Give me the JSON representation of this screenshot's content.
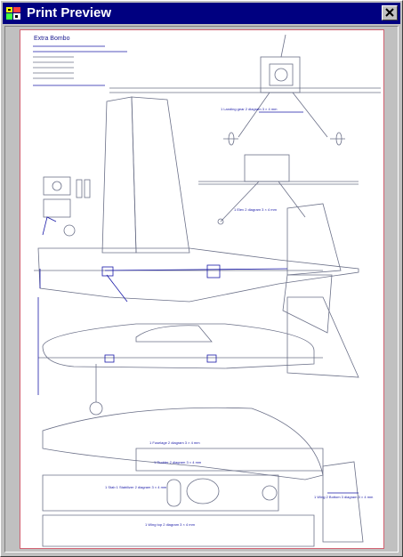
{
  "window": {
    "title": "Print Preview",
    "close_icon": "close-icon"
  },
  "plan": {
    "title": "Extra Bombo",
    "labels": [
      "1 Fuselage 2 diagram 3 × 4 mm",
      "1 Rudder 2 diagram 3 × 4 mm",
      "1 Stab 1 Stabilizer 2 diagram 3 × 4 mm",
      "1 Wing 2 Bottom 3 diagram 3 × 4 mm",
      "1 Wing top 2 diagram 3 × 4 mm",
      "1 Landing gear 2 diagram 3 × 4 mm",
      "1 Elev 2 diagram 3 × 4 mm"
    ]
  },
  "colors": {
    "line": "#6b7088",
    "accent": "#1a1aa8",
    "titlebar": "#000080",
    "paper_border": "#d06070"
  }
}
